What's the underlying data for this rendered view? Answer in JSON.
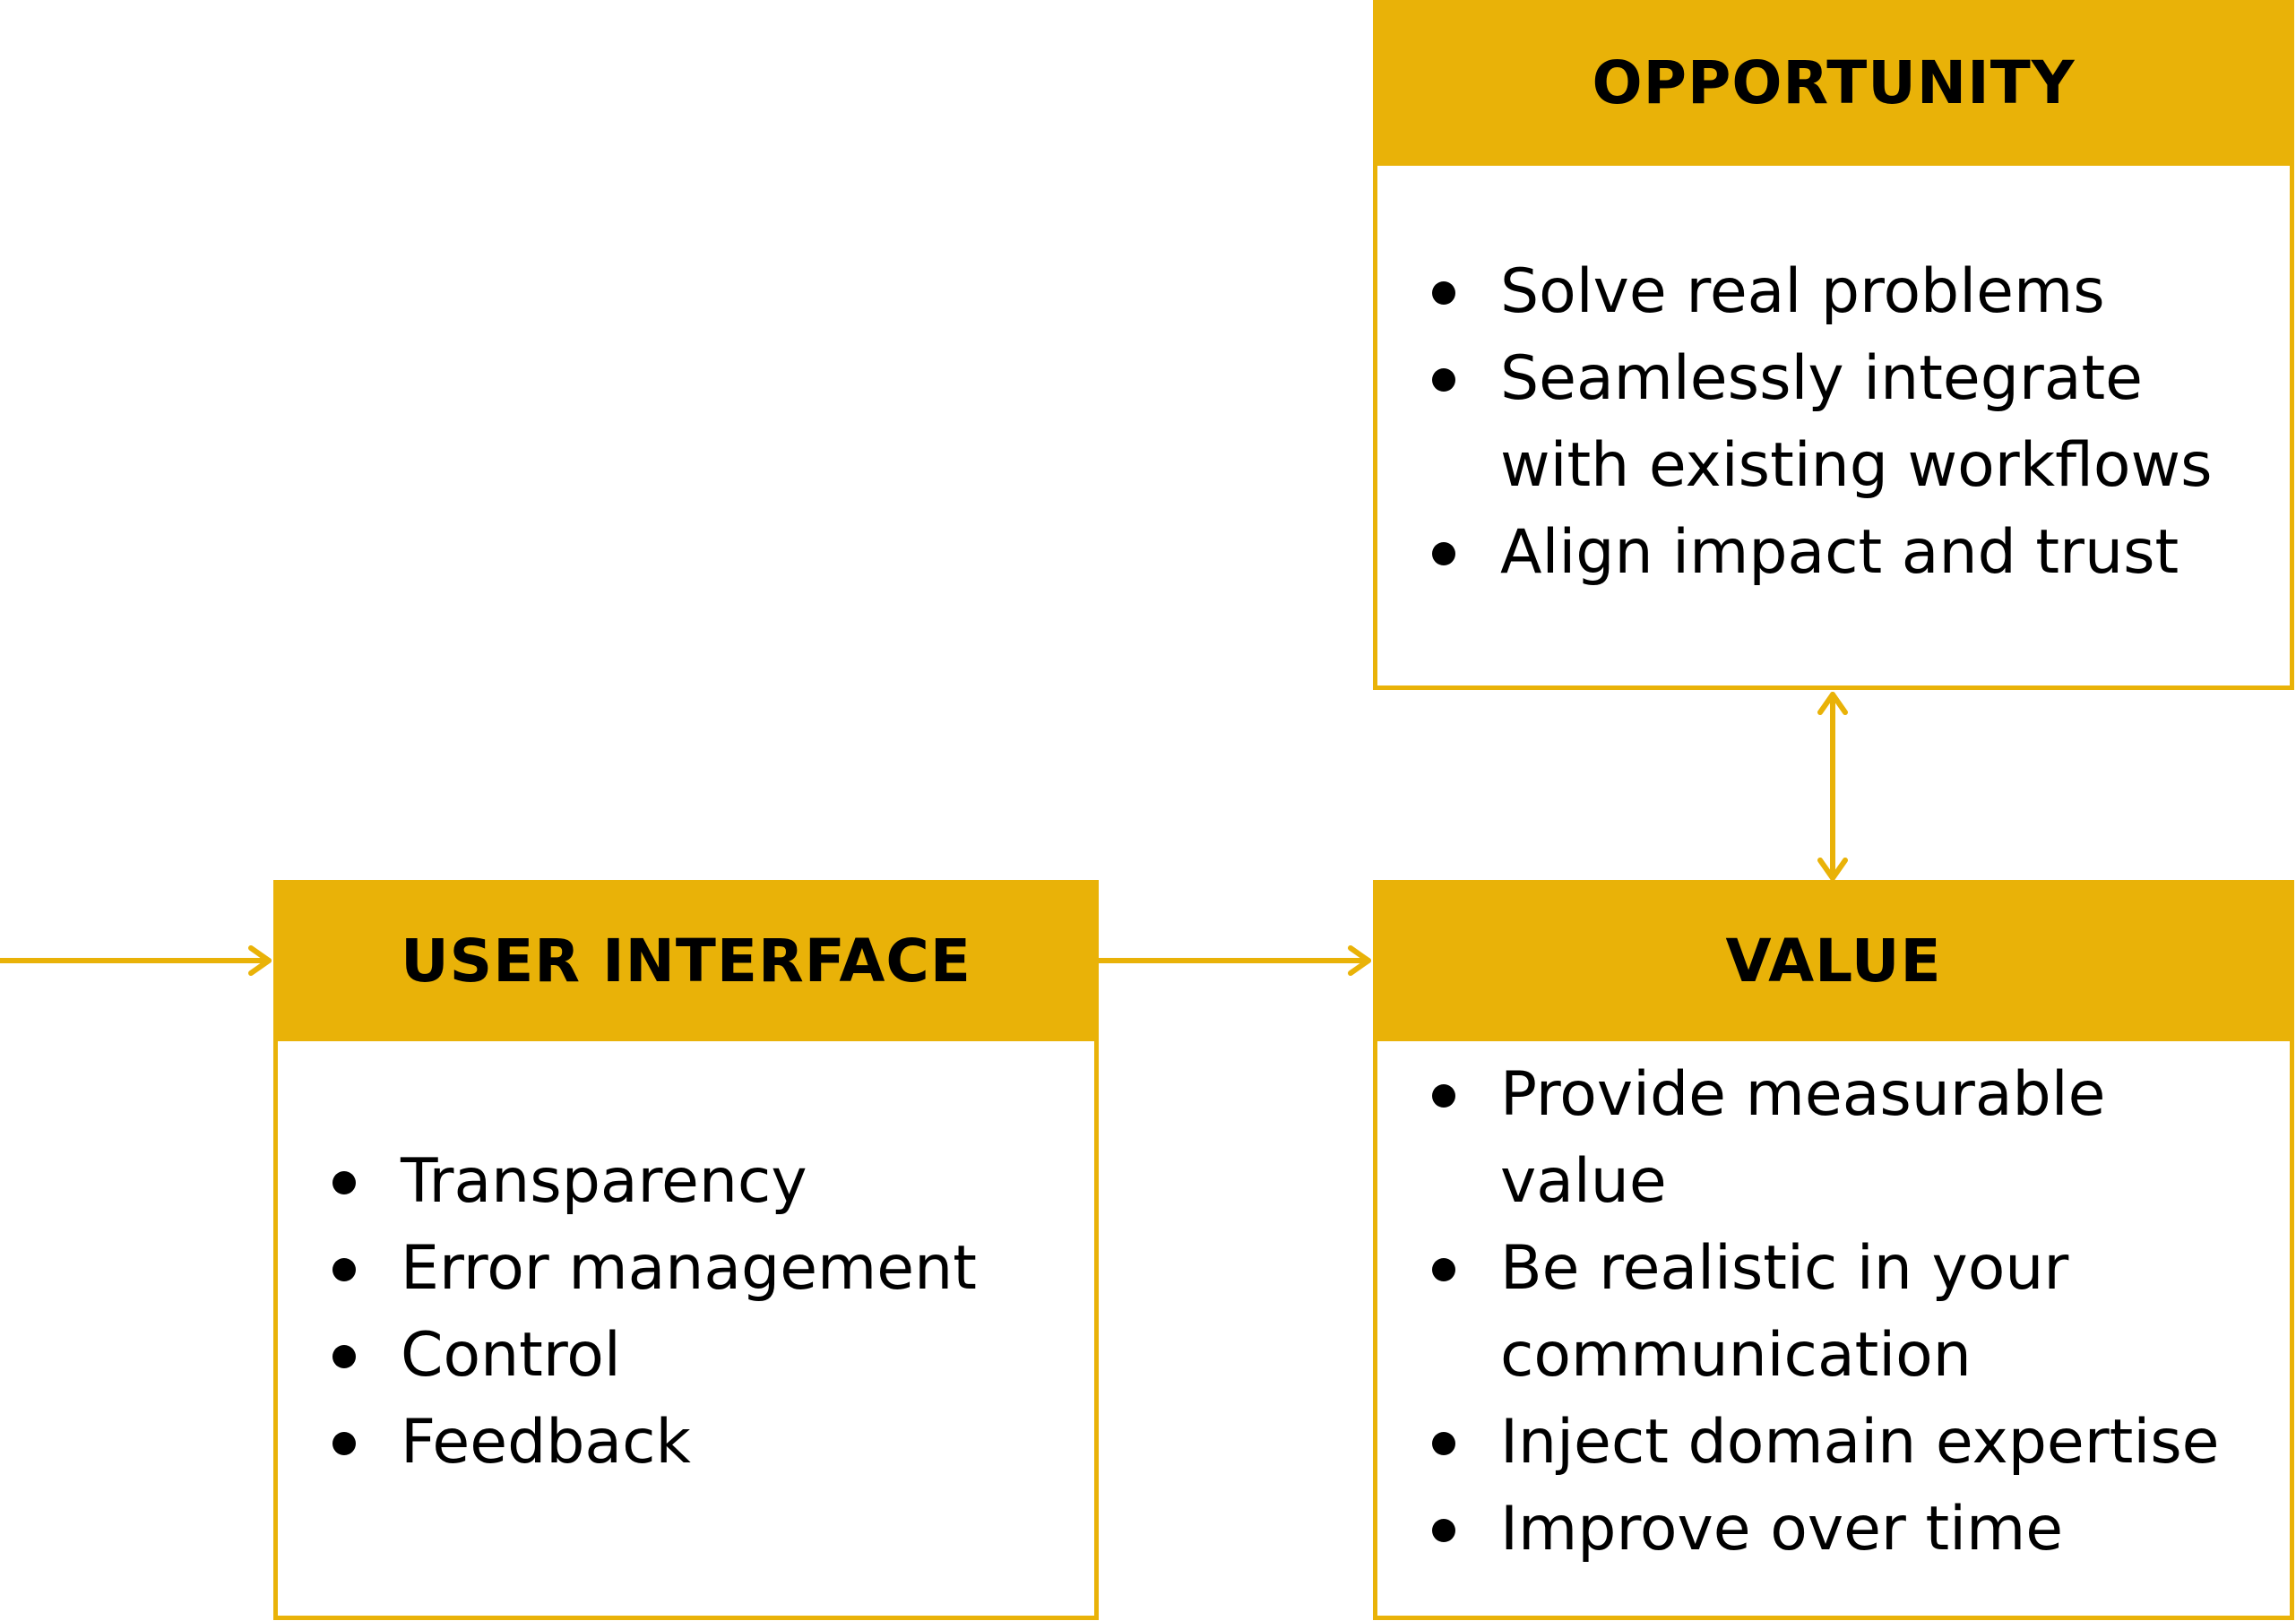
{
  "colors": {
    "accent": "#E9B208",
    "text": "#000000",
    "background": "#FFFFFF"
  },
  "opportunity": {
    "title": "OPPORTUNITY",
    "items": [
      "Solve real problems",
      "Seamlessly integrate\nwith existing workflows",
      "Align impact and trust"
    ]
  },
  "user_interface": {
    "title": "USER INTERFACE",
    "items": [
      "Transparency",
      "Error management",
      "Control",
      "Feedback"
    ]
  },
  "value": {
    "title": "VALUE",
    "items": [
      "Provide measurable\nvalue",
      "Be realistic in your\ncommunication",
      "Inject domain expertise",
      "Improve over time"
    ]
  },
  "connectors": [
    {
      "from": "left-edge",
      "to": "user-interface",
      "direction": "forward"
    },
    {
      "from": "user-interface",
      "to": "value",
      "direction": "forward"
    },
    {
      "from": "value",
      "to": "opportunity",
      "direction": "bidirectional"
    }
  ]
}
